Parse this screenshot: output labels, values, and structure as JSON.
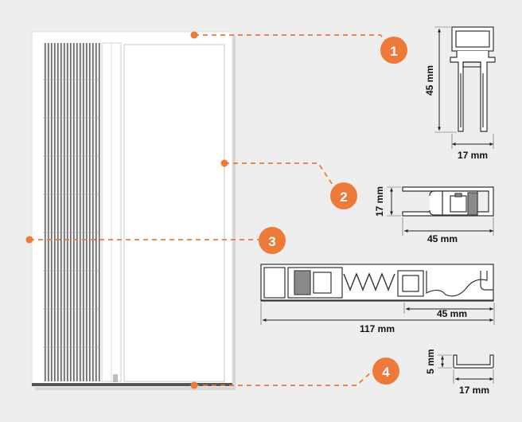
{
  "markers": [
    {
      "number": "1"
    },
    {
      "number": "2"
    },
    {
      "number": "3"
    },
    {
      "number": "4"
    }
  ],
  "dimensions": {
    "profile1_height": "45 mm",
    "profile1_width": "17 mm",
    "profile2_height": "17 mm",
    "profile2_width": "45 mm",
    "profile3_width_partial": "45 mm",
    "profile3_width_total": "117 mm",
    "profile4_height": "5 mm",
    "profile4_width": "17 mm"
  },
  "colors": {
    "accent": "#ee7a3a",
    "background": "#eeeeee",
    "frame": "#ffffff",
    "line": "#333333"
  }
}
